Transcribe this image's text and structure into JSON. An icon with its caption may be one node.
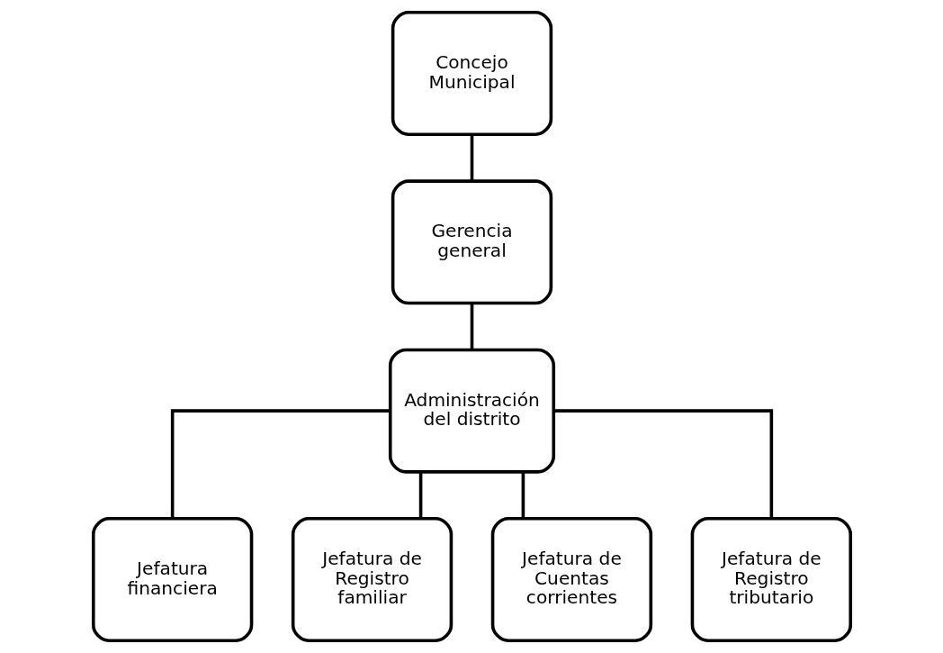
{
  "diagram": {
    "nodes": [
      {
        "text": [
          "Concejo Municipal"
        ]
      },
      {
        "text": [
          "Gerencia general"
        ]
      },
      {
        "text": [
          "Administración del distrito"
        ]
      },
      {
        "text": [
          "Jefatura financiera"
        ]
      },
      {
        "text": [
          "Jefatura de Registro familiar"
        ]
      },
      {
        "text": [
          "Jefatura de Cuentas corrientes"
        ]
      },
      {
        "text": [
          "Jefatura de Registro tributario"
        ]
      }
    ],
    "edges": [
      {
        "from": 0,
        "to": 1,
        "arrow": "none"
      },
      {
        "from": 1,
        "to": 2,
        "arrow": "none"
      },
      {
        "from": 2,
        "to": 3,
        "arrow": "none"
      },
      {
        "from": 2,
        "to": 4,
        "arrow": "none"
      },
      {
        "from": 2,
        "to": 5,
        "arrow": "none"
      },
      {
        "from": 2,
        "to": 6,
        "arrow": "none"
      }
    ]
  }
}
